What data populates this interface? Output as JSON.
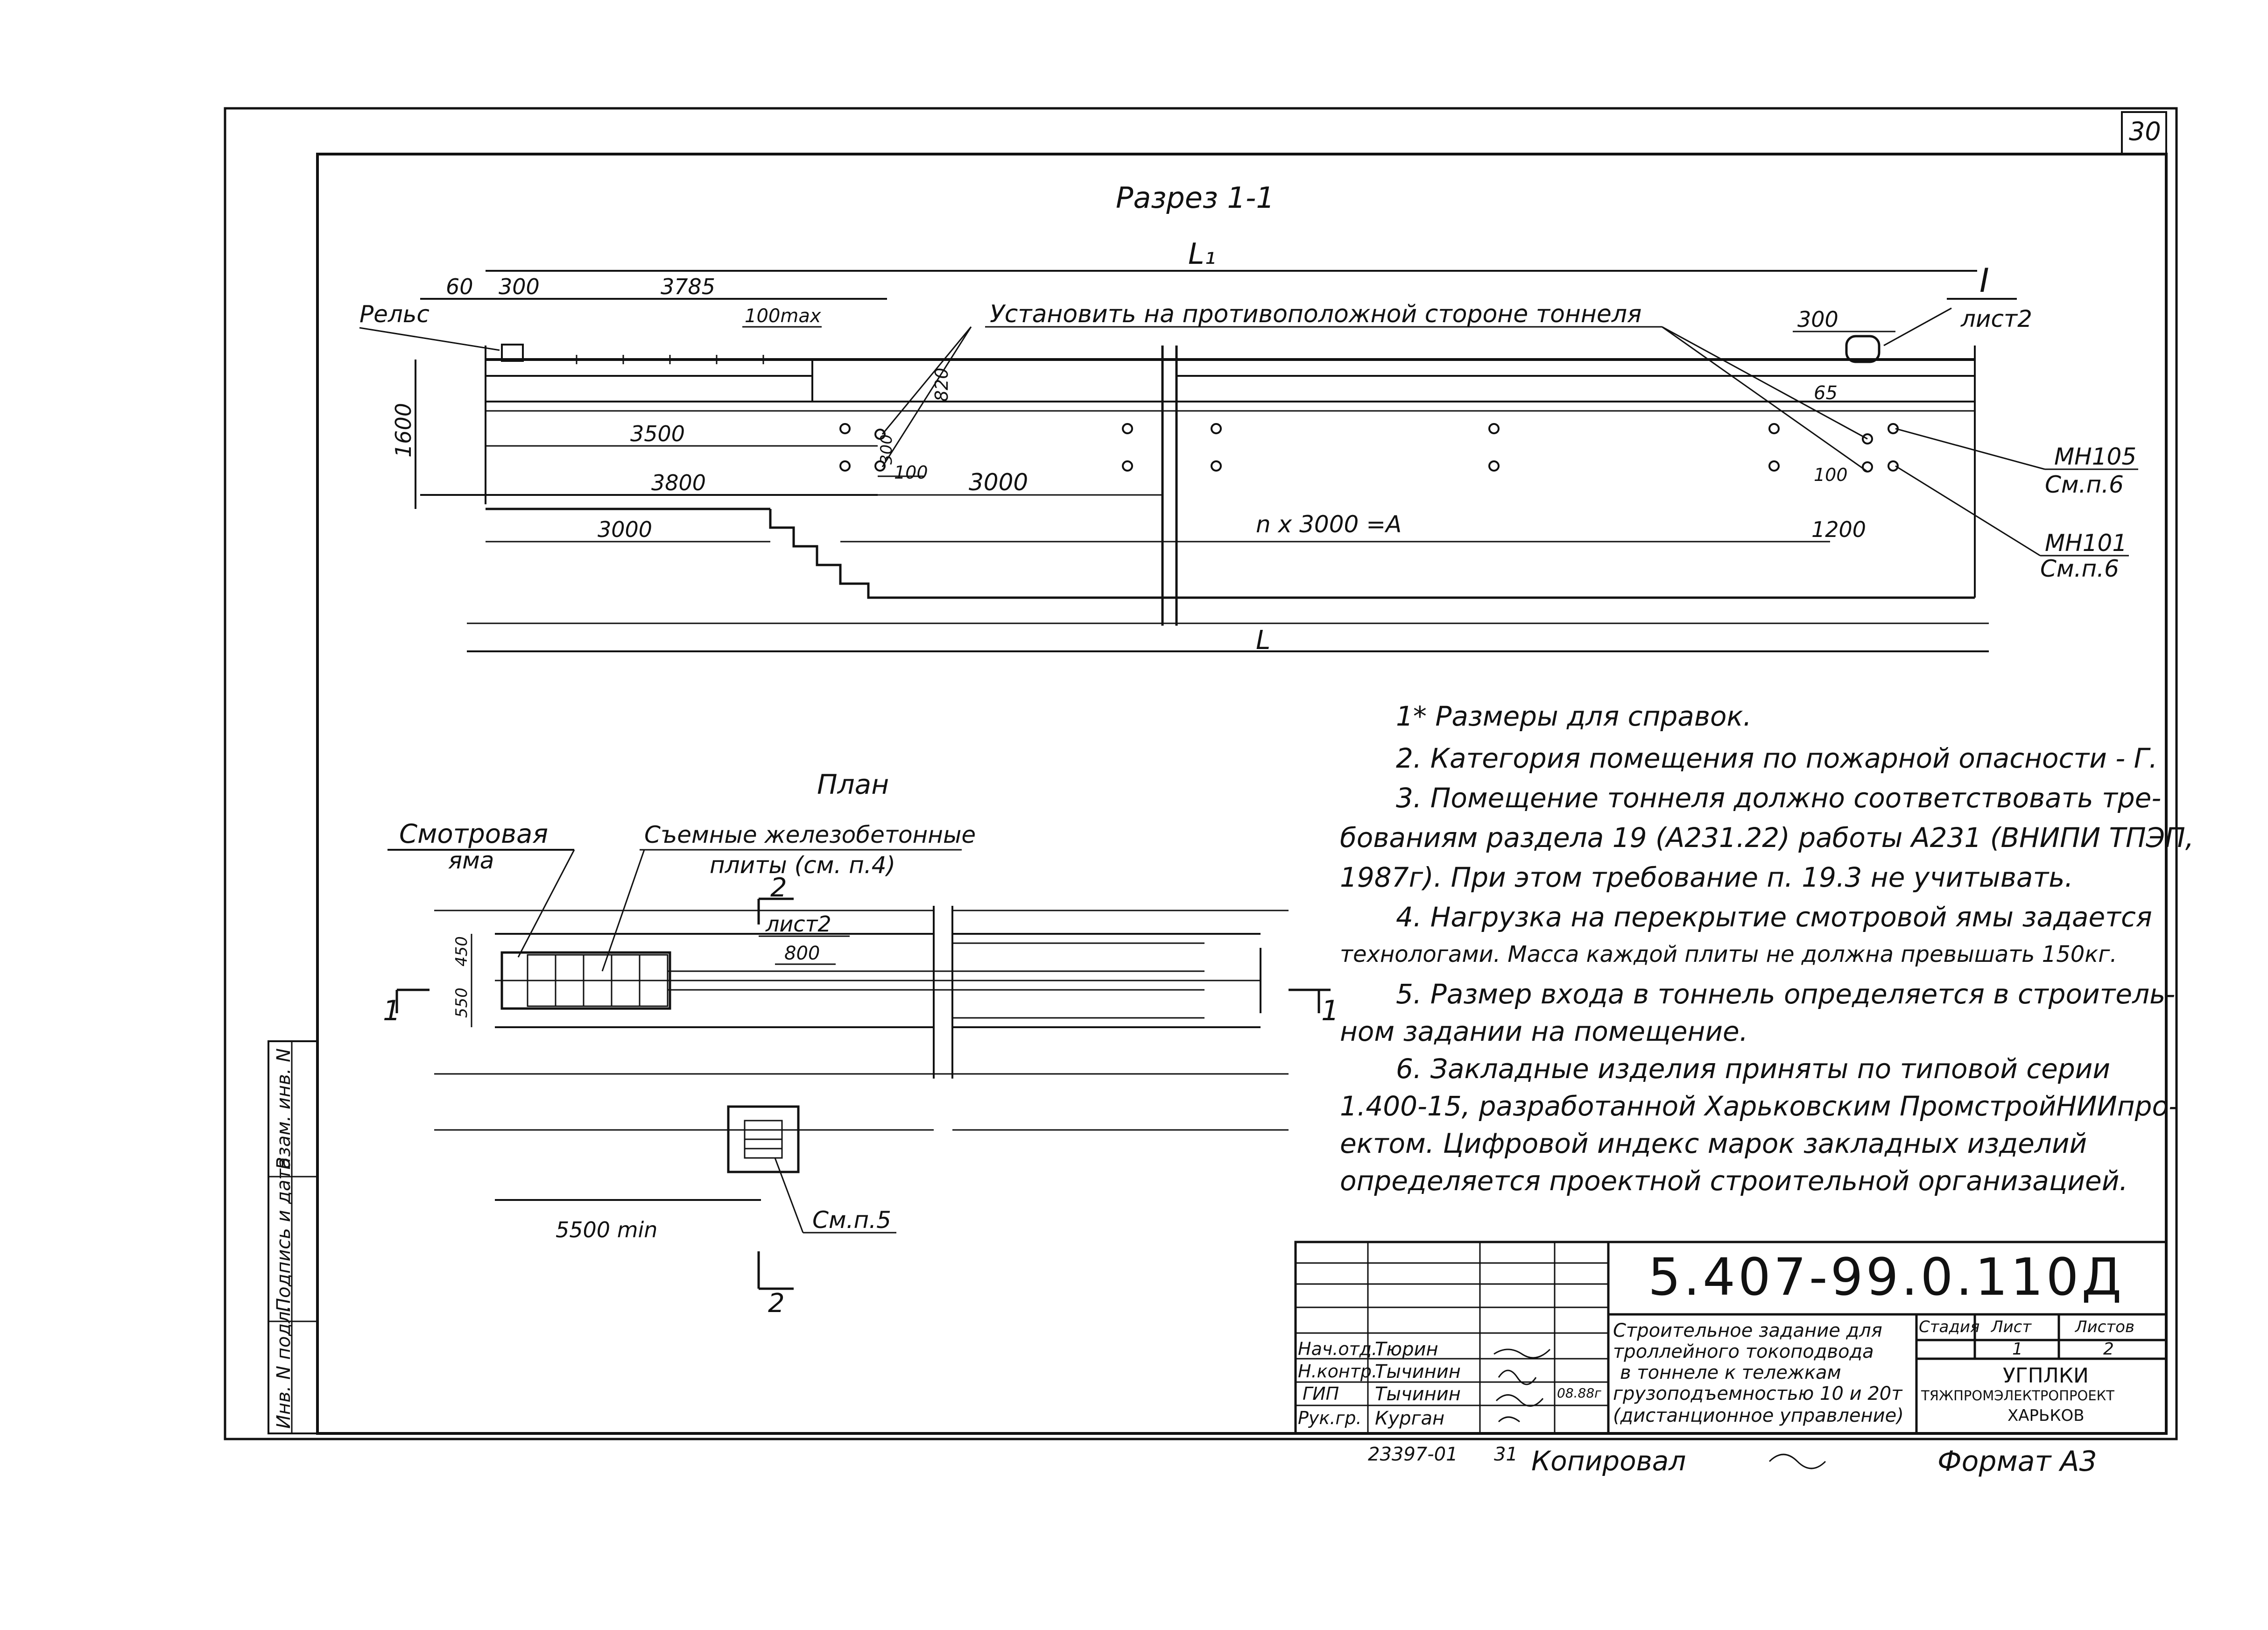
{
  "sheet": {
    "page_number": "30",
    "copied_by_label": "Копировал",
    "order_number": "23397-01",
    "order_suffix": "31",
    "format_label": "Формат А3"
  },
  "section": {
    "title": "Разрез 1-1",
    "rail_label": "Рельс",
    "install_note": "Установить на противоположной стороне тоннеля",
    "ref_mark_I": "I",
    "ref_sheet": "лист2",
    "mn105": "МН105",
    "mn105_ref": "См.п.6",
    "mn101": "МН101",
    "mn101_ref": "См.п.6",
    "L1": "L₁",
    "L": "L",
    "dims": {
      "d60": "60",
      "d300a": "300",
      "d3785": "3785",
      "d100max": "100max",
      "d820": "820",
      "d300v": "300",
      "d1600": "1600",
      "d3500": "3500",
      "d100a": "100",
      "d3800": "3800",
      "d3000a": "3000",
      "d3000b": "3000",
      "nx3000": "n x 3000 =A",
      "d300b": "300",
      "d65": "65",
      "d100b": "100",
      "d1200": "1200"
    }
  },
  "plan": {
    "title": "План",
    "pit_label": "Смотровая",
    "pit_label2": "яма",
    "slabs_label": "Съемные железобетонные",
    "slabs_label2": "плиты (см. п.4)",
    "cut2": "2",
    "cut2_sheet": "лист2",
    "cut2_bottom": "2",
    "d800": "800",
    "d450": "450",
    "d550": "550",
    "cut1_left": "1",
    "cut1_right": "1",
    "d5500": "5500 min",
    "see_p5": "См.п.5"
  },
  "notes": [
    "1* Размеры для справок.",
    "2. Категория помещения по пожарной опасности - Г.",
    "3. Помещение тоннеля должно соответствовать тре-",
    "бованиям раздела 19 (А231.22) работы А231 (ВНИПИ ТПЭП,",
    "1987г). При этом требование п. 19.3 не учитывать.",
    "4. Нагрузка на перекрытие смотровой ямы задается",
    "технологами. Масса каждой плиты не должна превышать 150кг.",
    "5. Размер входа в тоннель определяется в строитель-",
    "ном задании на помещение.",
    "6. Закладные изделия приняты по типовой серии",
    "1.400-15, разработанной Харьковским ПромстройНИИпро-",
    "ектом. Цифровой индекс марок закладных изделий",
    "определяется проектной строительной организацией."
  ],
  "side_column": {
    "inv_no": "Инв. N подл.",
    "sign_date": "Подпись и дата",
    "replace_inv": "Взам. инв. N"
  },
  "title_block": {
    "doc_code": "5.407-99.0.110Д",
    "title_lines": [
      "Строительное задание для",
      "троллейного токоподвода",
      "в тоннеле к тележкам",
      "грузоподъемностью 10 и 20т",
      "(дистанционное управление)"
    ],
    "stage_label": "Стадия",
    "sheet_label": "Лист",
    "sheets_label": "Листов",
    "sheet_no": "1",
    "sheets_total": "2",
    "org_lines": [
      "УГПЛКИ",
      "ТЯЖПРОМЭЛЕКТРОПРОЕКТ",
      "ХАРЬКОВ"
    ],
    "signers": [
      {
        "role": "Нач.отд.",
        "name": "Тюрин"
      },
      {
        "role": "Н.контр.",
        "name": "Тычинин"
      },
      {
        "role": "ГИП",
        "name": "Тычинин"
      },
      {
        "role": "Рук.гр.",
        "name": "Курган"
      }
    ],
    "date_mark": "08.88г"
  }
}
